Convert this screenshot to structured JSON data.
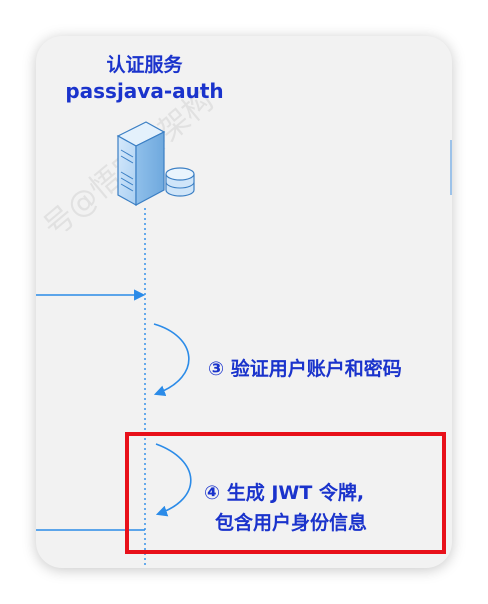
{
  "diagram": {
    "service": {
      "name_cn": "认证服务",
      "name_en": "passjava-auth",
      "icon": "server-database-icon"
    },
    "steps": [
      {
        "label": "③ 验证用户账户和密码"
      },
      {
        "label_line1": "④ 生成 JWT 令牌,",
        "label_line2": "包含用户身份信息"
      }
    ],
    "watermark": "号@悟空聊架构",
    "colors": {
      "text": "#1a33cc",
      "arrow": "#2b8be8",
      "lifeline": "#2b8be8",
      "highlight_border": "#e8101a",
      "card_bg": "#f2f2f2"
    }
  }
}
